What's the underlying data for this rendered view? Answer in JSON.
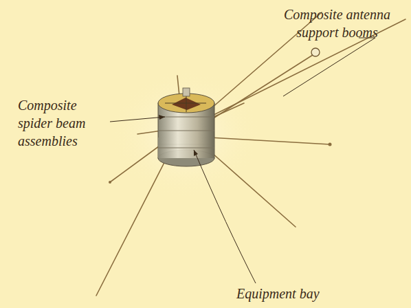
{
  "diagram": {
    "labels": [
      "Composite antenna support booms",
      "Composite spider beam assemblies",
      "Equipment bay"
    ]
  }
}
